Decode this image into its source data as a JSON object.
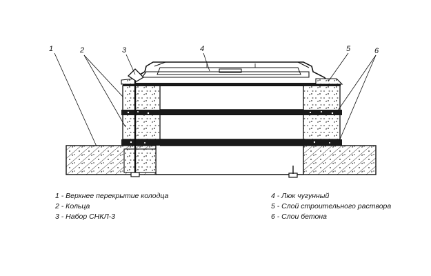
{
  "callouts": [
    "1",
    "2",
    "3",
    "4",
    "5",
    "6"
  ],
  "legend": {
    "left": [
      "1 - Верхнее перекрытие колодца",
      "2 - Кольца",
      "3 - Набор СНКЛ-3"
    ],
    "right": [
      "4 - Люк чугунный",
      "5 - Слой строительного раствора",
      "6 - Слои бетона"
    ]
  }
}
